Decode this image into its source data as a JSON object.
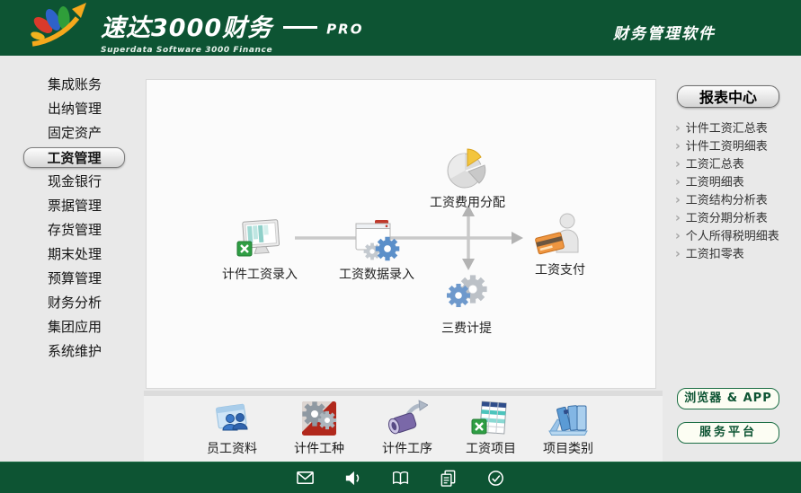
{
  "header": {
    "product_name": "速达3000财务",
    "edition": "PRO",
    "subtitle": "Superdata Software 3000 Finance",
    "tagline": "财务管理软件"
  },
  "sidebar": {
    "active_item": "工资管理",
    "items": [
      "集成账务",
      "出纳管理",
      "固定资产",
      "工资管理",
      "现金银行",
      "票据管理",
      "存货管理",
      "期末处理",
      "预算管理",
      "财务分析",
      "集团应用",
      "系统维护"
    ]
  },
  "flowchart": {
    "nodes": {
      "piece_wage_entry": "计件工资录入",
      "wage_data_entry": "工资数据录入",
      "wage_expense_allocation": "工资费用分配",
      "wage_payment": "工资支付",
      "three_fee_accrual": "三费计提"
    }
  },
  "report_center": {
    "title": "报表中心",
    "items": [
      "计件工资汇总表",
      "计件工资明细表",
      "工资汇总表",
      "工资明细表",
      "工资结构分析表",
      "工资分期分析表",
      "个人所得税明细表",
      "工资扣零表"
    ]
  },
  "toolbar": {
    "items": [
      "员工资料",
      "计件工种",
      "计件工序",
      "工资项目",
      "项目类别"
    ]
  },
  "side_buttons": {
    "browser_app": "浏览器 & APP",
    "service_platform": "服务平台"
  },
  "statusbar": {
    "icons": [
      "mail-icon",
      "speaker-icon",
      "book-icon",
      "documents-icon",
      "clock-check-icon"
    ]
  },
  "colors": {
    "header_green": "#0d5433",
    "panel_gray": "#e9e9e9",
    "canvas_white": "#fbfbfb",
    "button_green_text": "#0d5433",
    "arrow_gray": "#c9c9c9"
  }
}
